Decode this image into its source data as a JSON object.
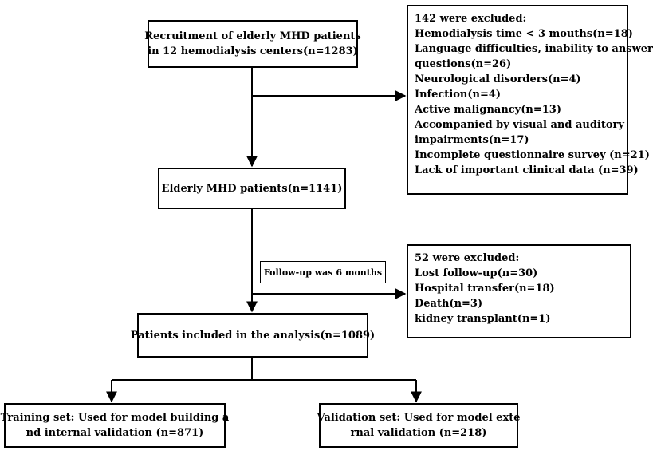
{
  "recruitment": [
    "Recruitment of elderly MHD patients",
    "in 12 hemodialysis centers(n=1283)"
  ],
  "exclusion1": {
    "heading": "142 were excluded:",
    "items": [
      "Hemodialysis time < 3 mouths(n=18)",
      "Language difficulties, inability to answer",
      "questions(n=26)",
      "Neurological disorders(n=4)",
      "Infection(n=4)",
      "Active malignancy(n=13)",
      "Accompanied by visual and auditory",
      "impairments(n=17)",
      "Incomplete questionnaire survey (n=21)",
      "Lack of important clinical data (n=39)"
    ]
  },
  "elderly": "Elderly MHD patients(n=1141)",
  "followup": "Follow-up was 6 months",
  "exclusion2": {
    "heading": "52 were excluded:",
    "items": [
      "Lost follow-up(n=30)",
      "Hospital transfer(n=18)",
      "Death(n=3)",
      "kidney transplant(n=1)"
    ]
  },
  "included": "Patients included in the analysis(n=1089)",
  "training": [
    "Training set: Used for model building a",
    "nd internal validation (n=871)"
  ],
  "validation": [
    "Validation set: Used for model exte",
    "rnal validation (n=218)"
  ]
}
